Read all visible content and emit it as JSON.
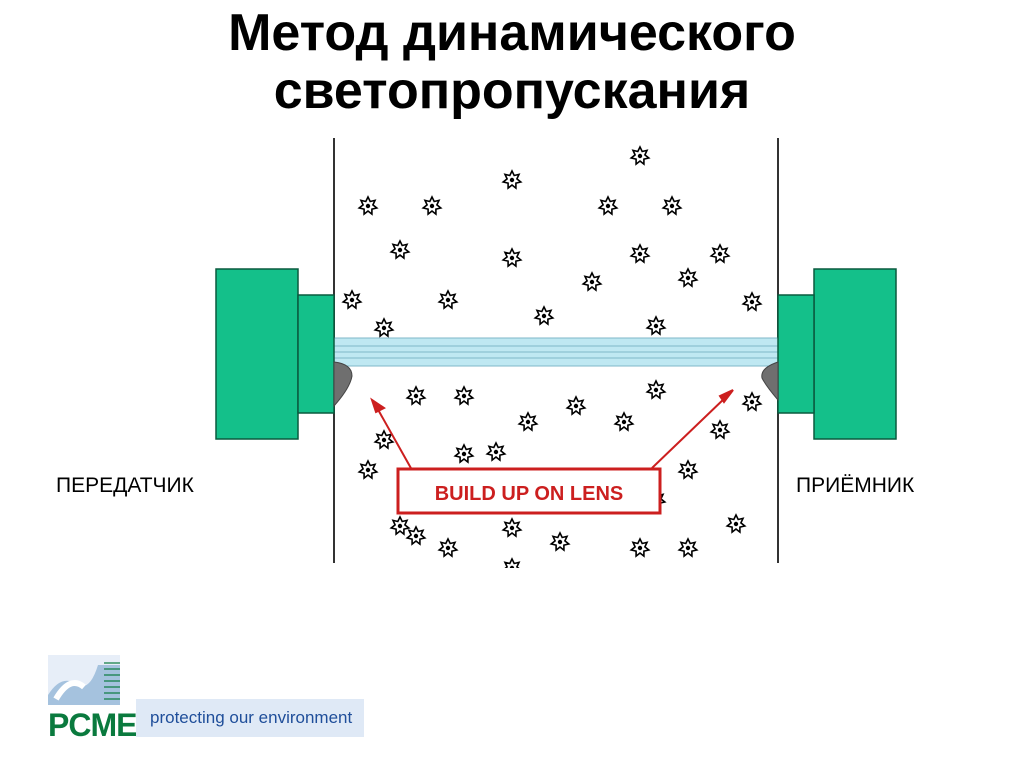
{
  "title": {
    "line1": "Метод динамического",
    "line2": "светопропускания"
  },
  "labels": {
    "transmitter": "ПЕРЕДАТЧИК",
    "receiver": "ПРИЁМНИК",
    "callout": "BUILD UP ON LENS"
  },
  "logo": {
    "brand": "PCME",
    "tagline": "protecting our environment"
  },
  "colors": {
    "housing": "#14c08a",
    "housing_stroke": "#0a5a3e",
    "beam": "#bfe8f2",
    "callout_red": "#cc1f1f",
    "deposit": "#6f6f6f",
    "brand_green": "#0a7a3e",
    "brand_blue": "#1f4e9a"
  },
  "icons": {
    "particle": "dust-particle-icon",
    "logo": "pcme-logo-icon"
  }
}
